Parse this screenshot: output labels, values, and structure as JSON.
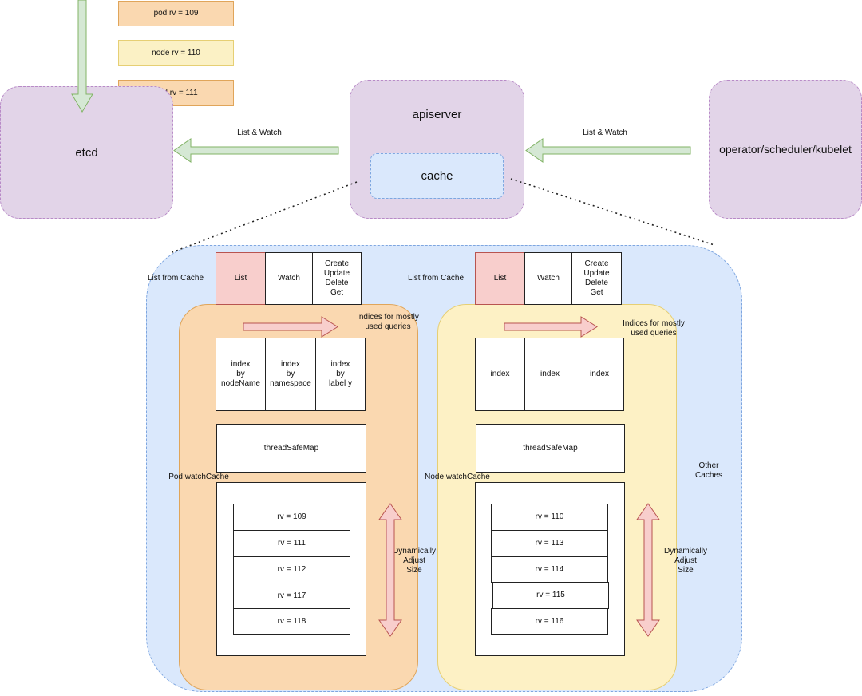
{
  "events": [
    "pod rv = 109",
    "node rv = 110",
    "pod rv = 111"
  ],
  "nodes": {
    "etcd": "etcd",
    "apiserver": "apiserver",
    "cache": "cache",
    "clients": "operator/scheduler/kubelet"
  },
  "edges": {
    "list_watch_left": "List & Watch",
    "list_watch_right": "List & Watch"
  },
  "other_caches": "Other\nCaches",
  "pod_cache": {
    "label": "Pod watchCache",
    "list_from_cache": "List from Cache",
    "ops": [
      "List",
      "Watch",
      "Create\nUpdate\nDelete\nGet"
    ],
    "indices_note": "Indices for mostly\nused queries",
    "indexes": [
      "index\nby\nnodeName",
      "index\nby\nnamespace",
      "index\nby\nlabel y"
    ],
    "map": "threadSafeMap",
    "rvs": [
      "rv = 109",
      "rv = 111",
      "rv = 112",
      "rv = 117",
      "rv = 118"
    ],
    "resize": "Dynamically\nAdjust\nSize"
  },
  "node_cache": {
    "label": "Node watchCache",
    "list_from_cache": "List from Cache",
    "ops": [
      "List",
      "Watch",
      "Create\nUpdate\nDelete\nGet"
    ],
    "indices_note": "Indices for mostly\nused queries",
    "indexes": [
      "index",
      "index",
      "index"
    ],
    "map": "threadSafeMap",
    "rvs": [
      "rv = 110",
      "rv = 113",
      "rv = 114",
      "rv = 115",
      "rv = 116"
    ],
    "resize": "Dynamically\nAdjust\nSize"
  },
  "colors": {
    "lavender": "#e2d4e8",
    "blue_container": "#dae8fc",
    "pod_cache_fill": "#fad8b0",
    "node_cache_fill": "#fdf1c5",
    "list_highlight": "#f8cecc",
    "arrow_green": "#d5e8d4",
    "arrow_red": "#f8cecc"
  }
}
